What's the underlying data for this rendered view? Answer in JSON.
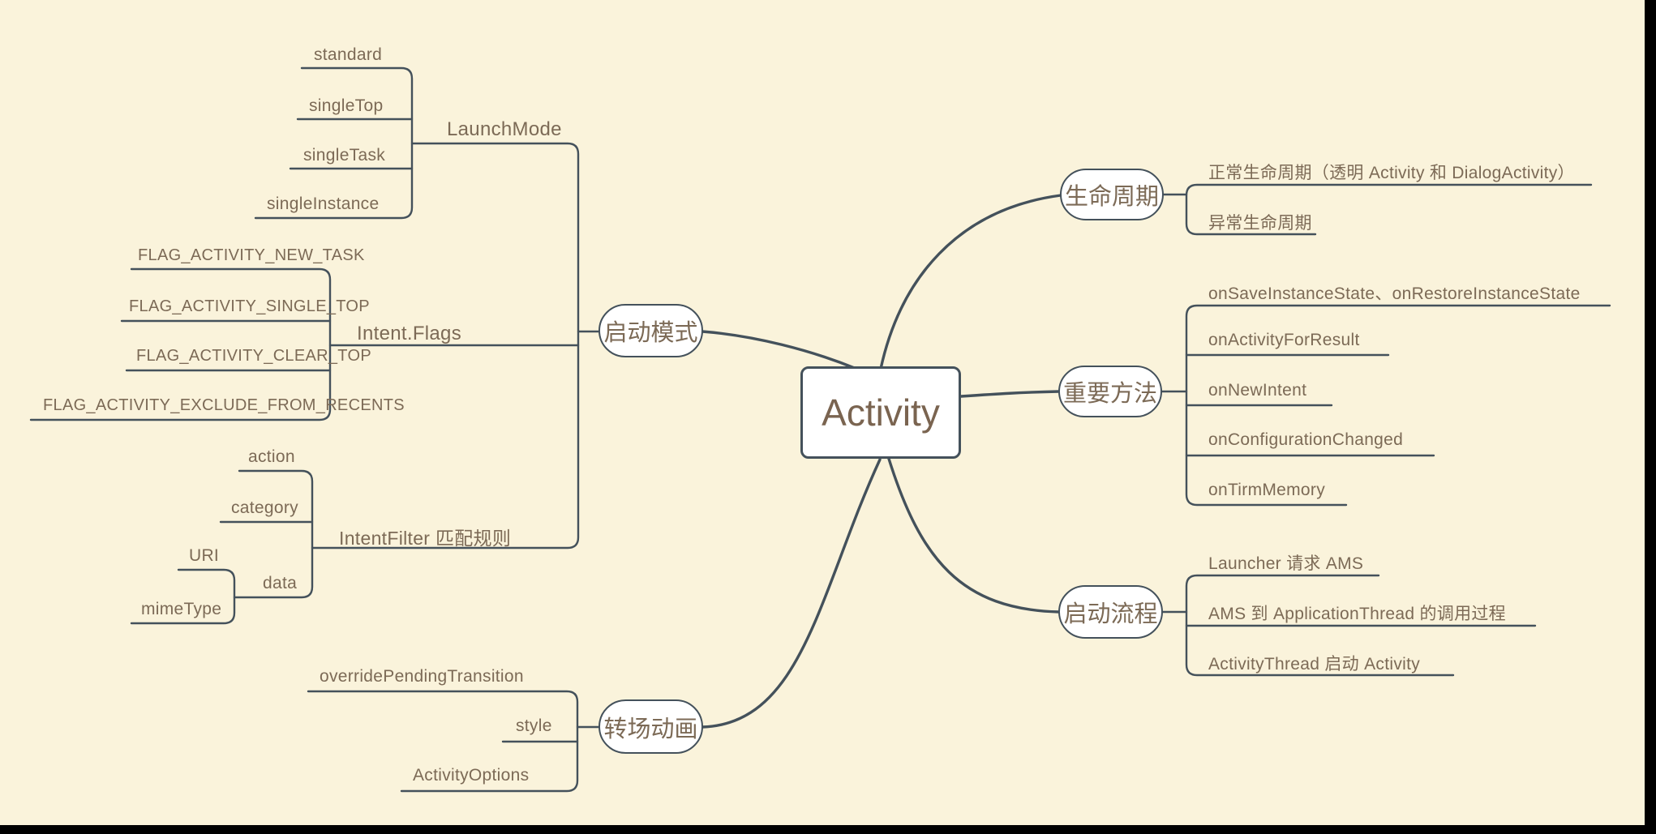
{
  "colors": {
    "background": "#faf3db",
    "line": "#44515b",
    "text": "#7c6a56",
    "node_fill": "#ffffff"
  },
  "root": {
    "label": "Activity"
  },
  "branches": [
    {
      "label": "启动模式",
      "children": [
        {
          "label": "LaunchMode",
          "children": [
            {
              "label": "standard"
            },
            {
              "label": "singleTop"
            },
            {
              "label": "singleTask"
            },
            {
              "label": "singleInstance"
            }
          ]
        },
        {
          "label": "Intent.Flags",
          "children": [
            {
              "label": "FLAG_ACTIVITY_NEW_TASK"
            },
            {
              "label": "FLAG_ACTIVITY_SINGLE_TOP"
            },
            {
              "label": "FLAG_ACTIVITY_CLEAR_TOP"
            },
            {
              "label": "FLAG_ACTIVITY_EXCLUDE_FROM_RECENTS"
            }
          ]
        },
        {
          "label": "IntentFilter 匹配规则",
          "children": [
            {
              "label": "action"
            },
            {
              "label": "category"
            },
            {
              "label": "data",
              "children": [
                {
                  "label": "URI"
                },
                {
                  "label": "mimeType"
                }
              ]
            }
          ]
        }
      ]
    },
    {
      "label": "转场动画",
      "children": [
        {
          "label": "overridePendingTransition"
        },
        {
          "label": "style"
        },
        {
          "label": "ActivityOptions"
        }
      ]
    },
    {
      "label": "生命周期",
      "children": [
        {
          "label": "正常生命周期（透明 Activity 和 DialogActivity）"
        },
        {
          "label": "异常生命周期"
        }
      ]
    },
    {
      "label": "重要方法",
      "children": [
        {
          "label": "onSaveInstanceState、onRestoreInstanceState"
        },
        {
          "label": "onActivityForResult"
        },
        {
          "label": "onNewIntent"
        },
        {
          "label": "onConfigurationChanged"
        },
        {
          "label": "onTirmMemory"
        }
      ]
    },
    {
      "label": "启动流程",
      "children": [
        {
          "label": "Launcher 请求 AMS"
        },
        {
          "label": "AMS 到 ApplicationThread 的调用过程"
        },
        {
          "label": "ActivityThread 启动 Activity"
        }
      ]
    }
  ]
}
